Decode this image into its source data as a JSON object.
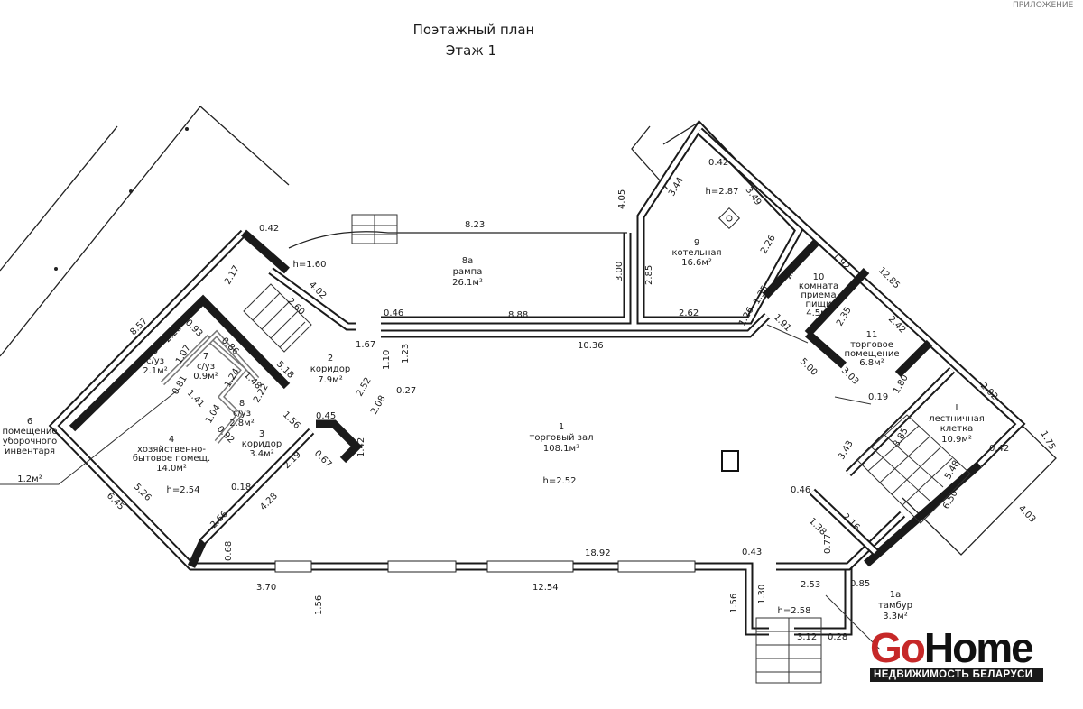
{
  "header_note": "ПРИЛОЖЕНИЕ",
  "title": {
    "line1": "Поэтажный план",
    "line2": "Этаж 1"
  },
  "rooms": {
    "r1": {
      "num": "1",
      "name": "торговый зал",
      "area": "108.1м²"
    },
    "r1a": {
      "num": "1а",
      "name": "тамбур",
      "area": "3.3м²"
    },
    "r2": {
      "num": "2",
      "name": "коридор",
      "area": "7.9м²"
    },
    "r3": {
      "num": "3",
      "name": "коридор",
      "area": "3.4м²"
    },
    "r4": {
      "num": "4",
      "name1": "хозяйственно-",
      "name2": "бытовое помещ.",
      "area": "14.0м²"
    },
    "r5": {
      "num": "5",
      "name": "с/уз",
      "area": "2.1м²"
    },
    "r6": {
      "num": "6",
      "name1": "помещение",
      "name2": "уборочного",
      "name3": "инвентаря",
      "area": "1.2м²"
    },
    "r7": {
      "num": "7",
      "name": "с/уз",
      "area": "0.9м²"
    },
    "r8": {
      "num": "8",
      "name": "с/уз",
      "area": "2.8м²"
    },
    "r8a": {
      "num": "8а",
      "name": "рампа",
      "area": "26.1м²"
    },
    "r9": {
      "num": "9",
      "name": "котельная",
      "area": "16.6м²"
    },
    "r10": {
      "num": "10",
      "name1": "комната",
      "name2": "приема",
      "name3": "пищи",
      "area": "4.5м²"
    },
    "r11": {
      "num": "11",
      "name1": "торговое",
      "name2": "помещение",
      "area": "6.8м²"
    },
    "stair": {
      "num": "I",
      "name1": "лестничная",
      "name2": "клетка",
      "area": "10.9м²"
    }
  },
  "heights": {
    "hall": "h=2.52",
    "room4": "h=2.54",
    "room9": "h=2.87",
    "corridor2": "h=1.60",
    "vestibule": "h=2.58"
  },
  "dimensions": [
    "8.23",
    "8.88",
    "10.36",
    "18.92",
    "12.54",
    "3.70",
    "1.56",
    "1.56",
    "1.30",
    "0.43",
    "0.77",
    "0.85",
    "2.53",
    "3.12",
    "0.28",
    "3.00",
    "2.85",
    "4.05",
    "3.44",
    "0.42",
    "3.49",
    "2.26",
    "1.35",
    "2.62",
    "1.91",
    "2.34",
    "1.92",
    "12.85",
    "2.35",
    "2.42",
    "5.00",
    "3.03",
    "1.26",
    "0.19",
    "1.80",
    "2.02",
    "1.75",
    "0.42",
    "3.85",
    "3.43",
    "5.48",
    "6.50",
    "4.03",
    "0.46",
    "1.38",
    "2.16",
    "0.42",
    "2.17",
    "8.57",
    "2.65",
    "2.26",
    "0.93",
    "1.07",
    "0.86",
    "0.81",
    "1.41",
    "1.24",
    "1.48",
    "2.22",
    "1.04",
    "0.92",
    "1.56",
    "0.45",
    "2.19",
    "0.67",
    "1.42",
    "0.18",
    "4.28",
    "2.66",
    "5.26",
    "6.45",
    "0.68",
    "4.02",
    "2.60",
    "5.18",
    "1.67",
    "0.46",
    "1.10",
    "1.23",
    "2.52",
    "2.08",
    "0.27"
  ],
  "logo": {
    "part1": "Go",
    "part2": "Home",
    "tagline": "НЕДВИЖИМОСТЬ БЕЛАРУСИ",
    "accent": "#c62828"
  }
}
